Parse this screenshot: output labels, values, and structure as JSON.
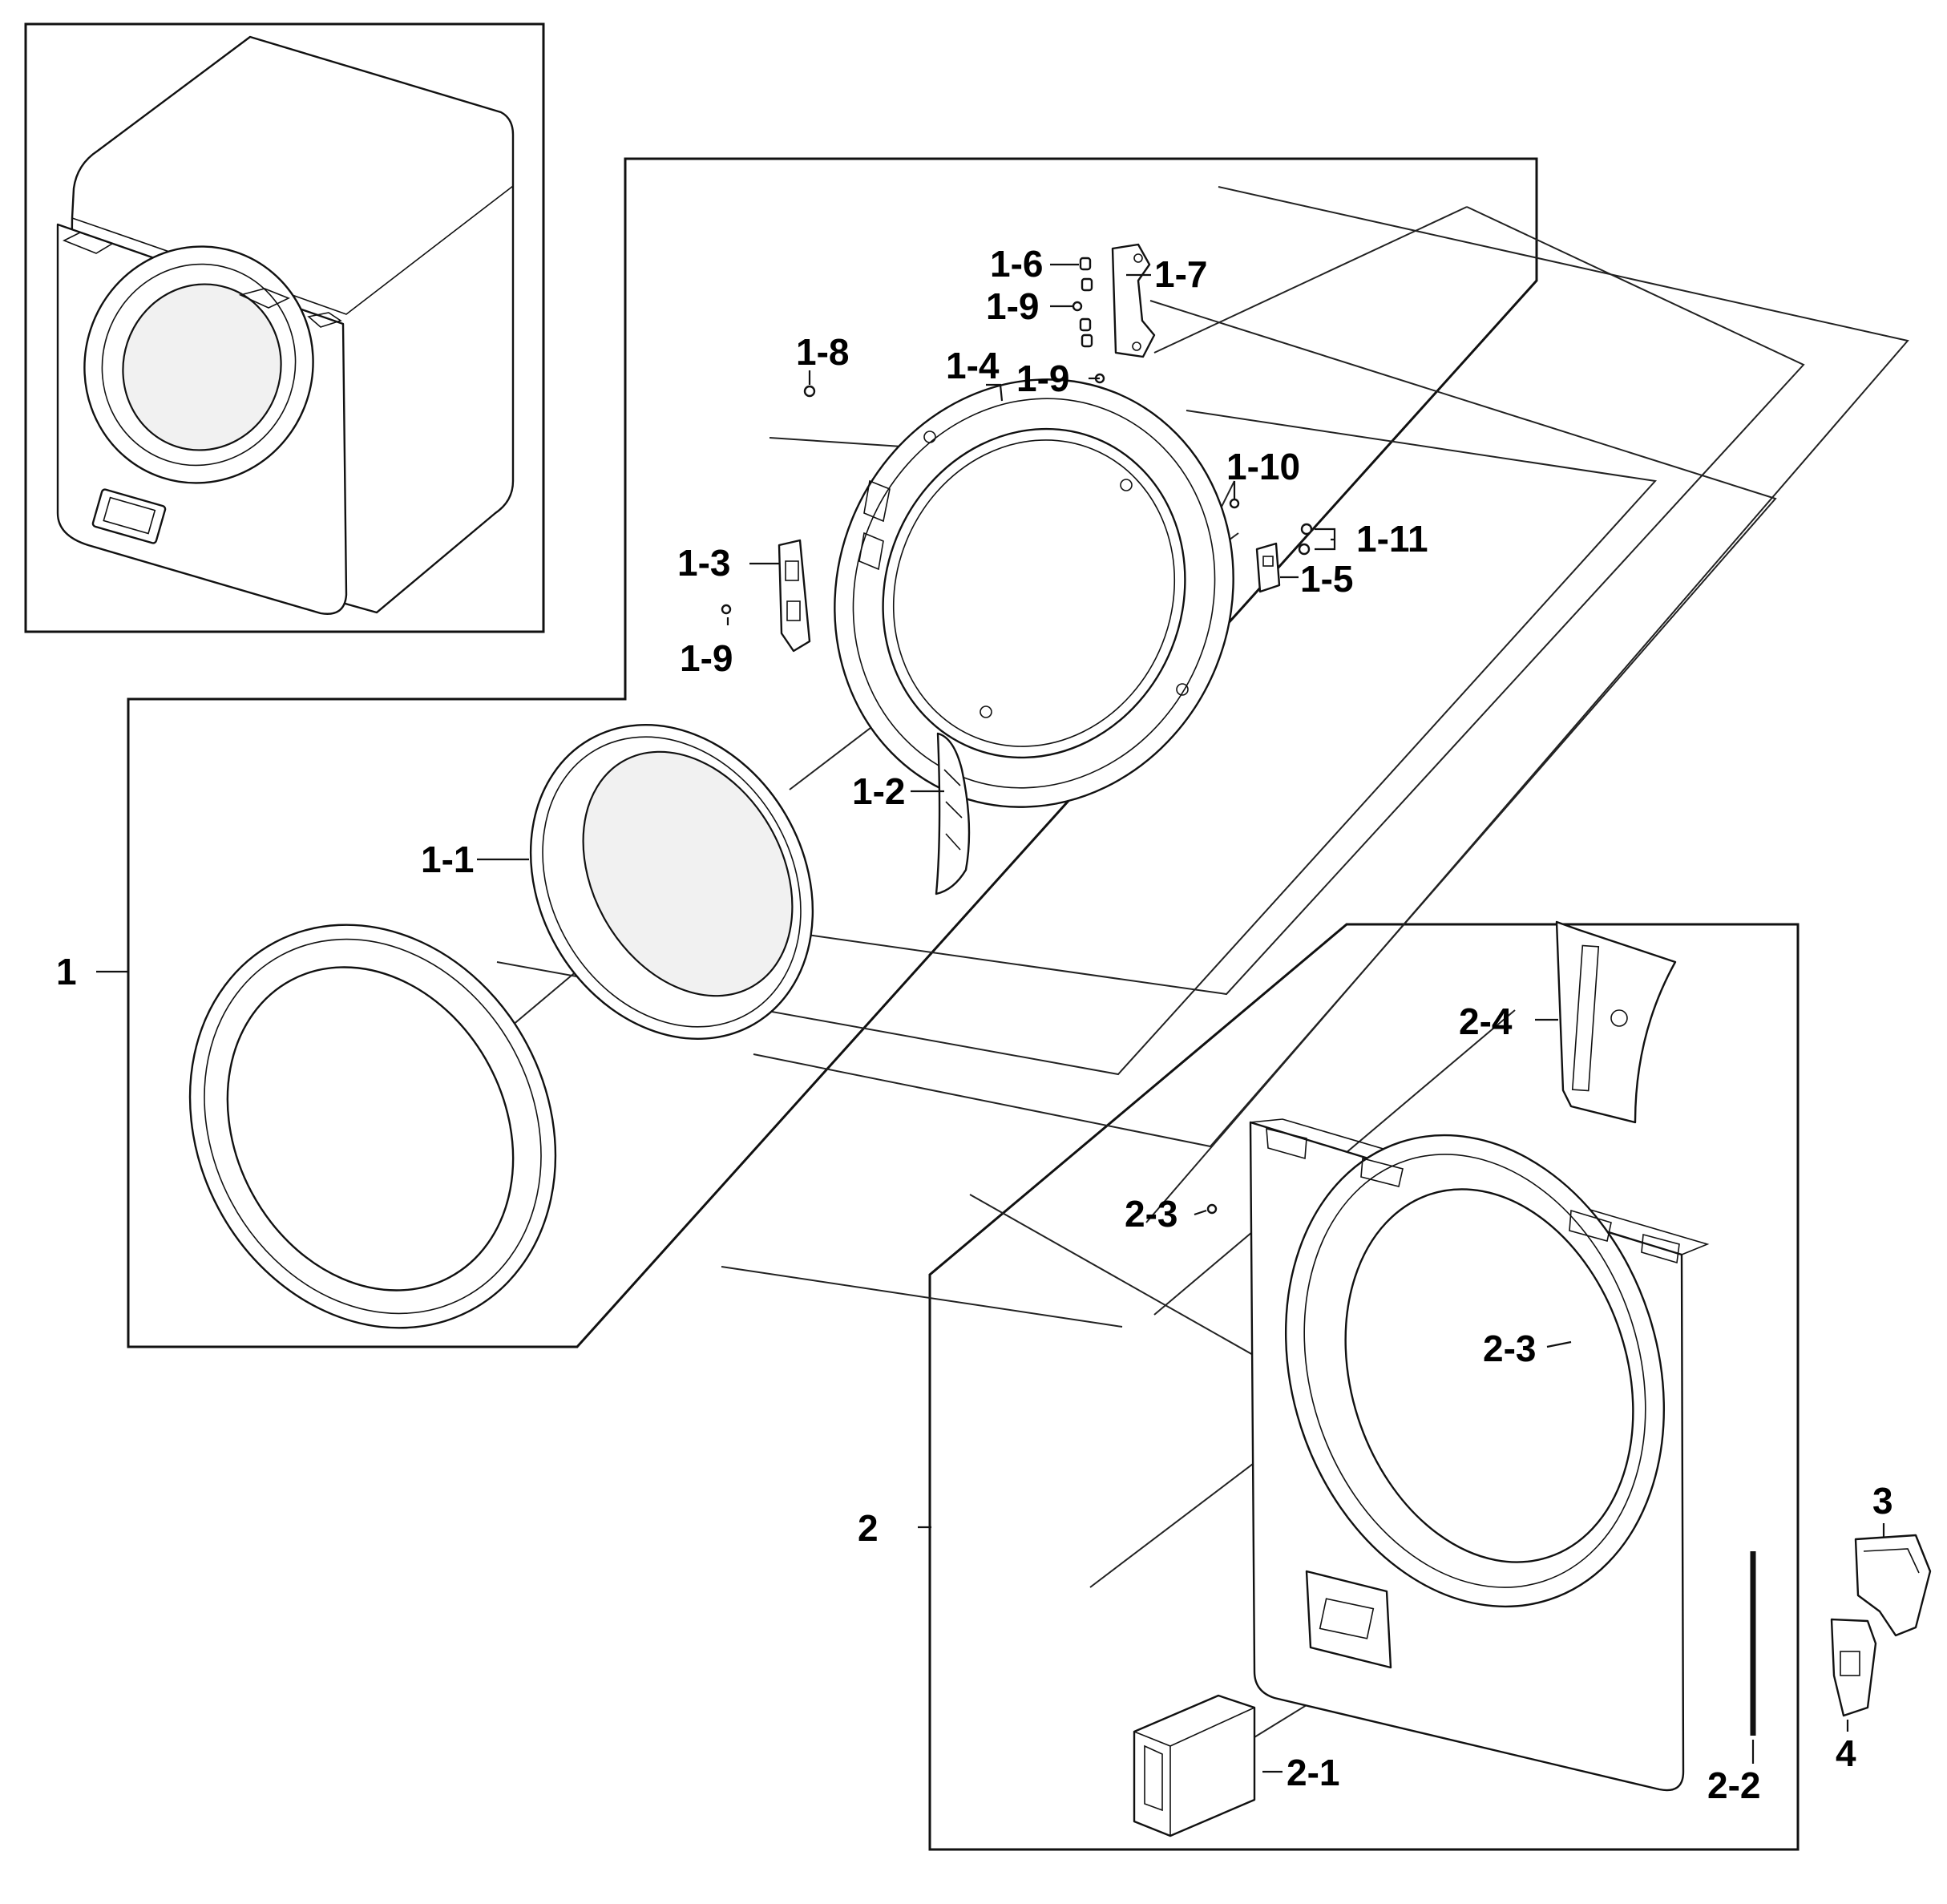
{
  "callouts": {
    "c1": "1",
    "c1_1": "1-1",
    "c1_2": "1-2",
    "c1_3": "1-3",
    "c1_4": "1-4",
    "c1_5": "1-5",
    "c1_6": "1-6",
    "c1_7": "1-7",
    "c1_8": "1-8",
    "c1_9a": "1-9",
    "c1_9b": "1-9",
    "c1_9c": "1-9",
    "c1_10": "1-10",
    "c1_11": "1-11",
    "c2": "2",
    "c2_1": "2-1",
    "c2_2": "2-2",
    "c2_3a": "2-3",
    "c2_3b": "2-3",
    "c2_4": "2-4",
    "c3": "3",
    "c4": "4"
  },
  "colors": {
    "ink": "#111111",
    "paper": "#ffffff",
    "fill": "#f1f1f1"
  }
}
